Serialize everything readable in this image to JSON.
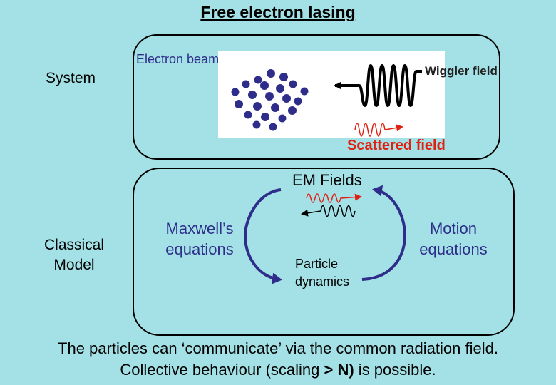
{
  "title": " Free electron lasing",
  "system": {
    "side_label": "System",
    "electron_beam": "Electron beam",
    "wiggler_field": "Wiggler field",
    "scattered_field": "Scattered field"
  },
  "classical": {
    "side_label_line1": "Classical",
    "side_label_line2": "Model",
    "em_fields": "EM Fields",
    "maxwell_line1": "Maxwell’s",
    "maxwell_line2": "equations",
    "motion_line1": "Motion",
    "motion_line2": "equations",
    "particle_line1": "Particle",
    "particle_line2": "dynamics"
  },
  "footer": {
    "line1": "The particles can ‘communicate’ via the common radiation field.",
    "line2_prefix": "Collective behaviour (scaling ",
    "line2_bold": "> N)",
    "line2_suffix": " is possible."
  },
  "colors": {
    "background": "#a3e1e6",
    "electron_dots": "#2e2e8a",
    "scattered": "#e02010"
  }
}
